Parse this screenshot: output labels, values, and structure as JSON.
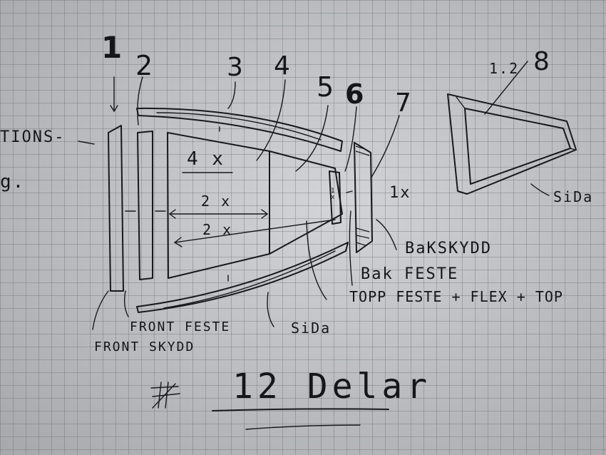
{
  "numbers": {
    "n1": "1",
    "n2": "2",
    "n3": "3",
    "n4": "4",
    "n5": "5",
    "n6": "6",
    "n7": "7",
    "n8": "8"
  },
  "labels": {
    "edge_top": "TIONS-",
    "edge_bottom": "g.",
    "qty_4x": "4 x",
    "qty_2x_a": "2 x",
    "qty_2x_b": "2 x",
    "qty_1x_small": "1 x",
    "qty_1x": "1x",
    "part_1_2": "1.2",
    "front_feste": "FRONT FESTE",
    "front_skydd": "FRONT SKYDD",
    "sida": "SiDa",
    "bak_skydd": "BaKSKYDD",
    "bak_feste": "Bak FESTE",
    "topp_feste": "TOPP FESTE + FLEX + TOP",
    "sida_right": "SiDa",
    "total": "12 Delar"
  }
}
